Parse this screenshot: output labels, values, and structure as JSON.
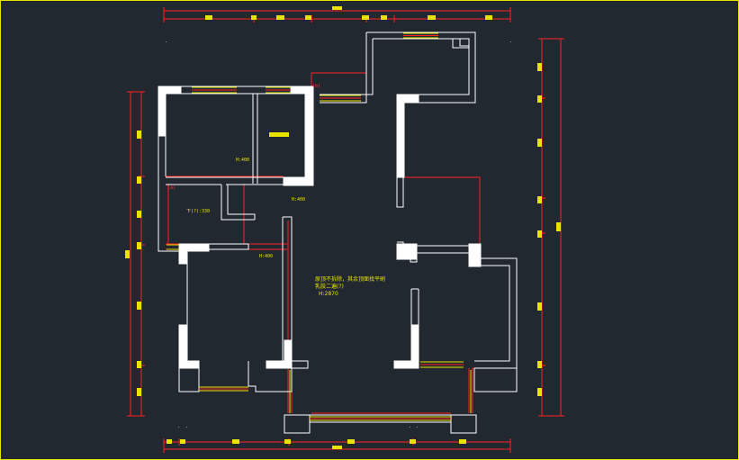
{
  "drawing": {
    "colors": {
      "background": "#212830",
      "wall": "#ffffff",
      "dimension": "#ff2020",
      "text": "#e8e400",
      "window": "#e8e400",
      "frame": "#e8e400"
    },
    "labels": {
      "height_1": "H:400",
      "height_2": "H:400",
      "height_3": "H:400",
      "beam": "下(?):330",
      "marker_a": "(a)",
      "marker_b": "(b)"
    },
    "center_note": {
      "line1": "原顶不拆除，其余顶面找平刷",
      "line2": "乳胶二遍(?)",
      "line3": "H:2870"
    }
  }
}
